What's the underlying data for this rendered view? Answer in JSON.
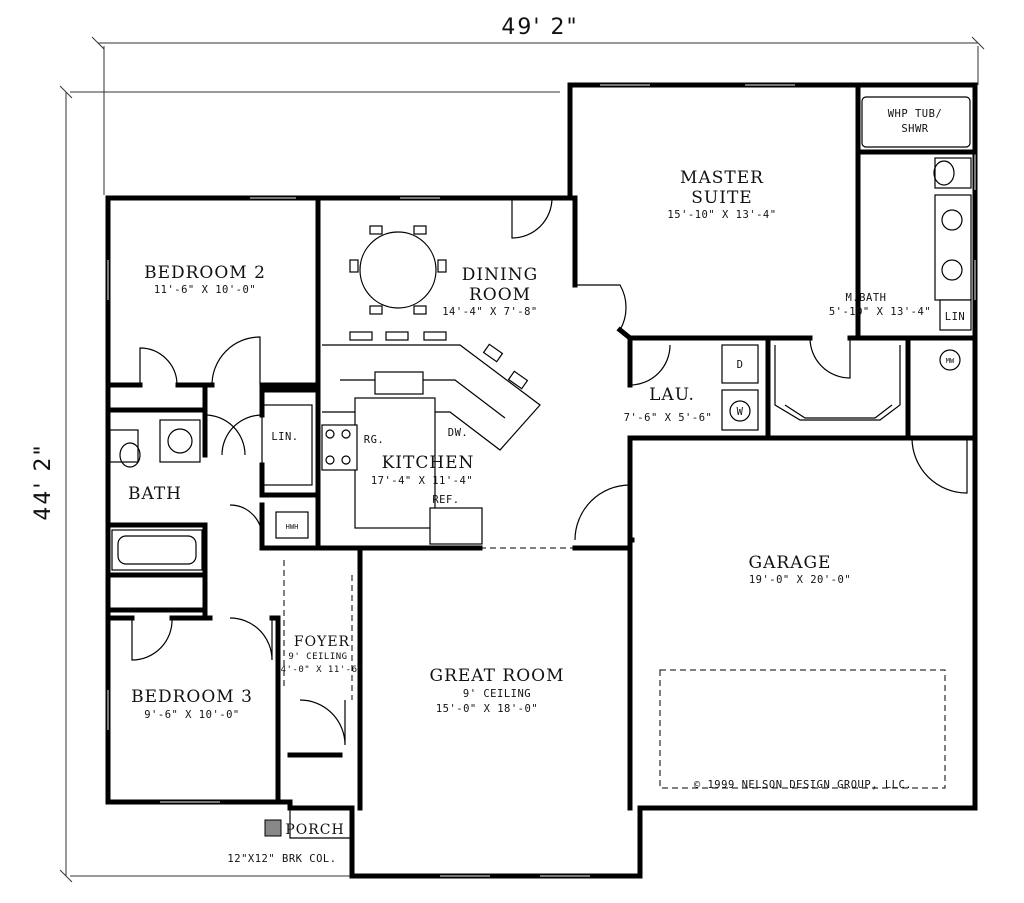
{
  "dimensions": {
    "overall_width": "49' 2\"",
    "overall_depth": "44' 2\""
  },
  "rooms": {
    "master_suite": {
      "name_line1": "MASTER",
      "name_line2": "SUITE",
      "size": "15'-10\" X 13'-4\""
    },
    "whp_tub": {
      "line1": "WHP TUB/",
      "line2": "SHWR"
    },
    "m_bath": {
      "name": "M.BATH",
      "size": "5'-10\" X 13'-4\""
    },
    "lin_master": "LIN",
    "bedroom2": {
      "name": "BEDROOM 2",
      "size": "11'-6\" X 10'-0\""
    },
    "dining": {
      "name_line1": "DINING",
      "name_line2": "ROOM",
      "size": "14'-4\" X 7'-8\""
    },
    "lau": {
      "name": "LAU.",
      "size": "7'-6\" X 5'-6\"",
      "dryer": "D",
      "washer": "W"
    },
    "kitchen": {
      "name": "KITCHEN",
      "size": "17'-4\" X 11'-4\"",
      "rg": "RG.",
      "dw": "DW.",
      "ref": "REF."
    },
    "lin_hall": "LIN.",
    "hwh": "HWH",
    "bath": {
      "name": "BATH"
    },
    "garage": {
      "name": "GARAGE",
      "size": "19'-0\" X 20'-0\""
    },
    "foyer": {
      "name": "FOYER",
      "ceiling": "9' CEILING",
      "size": "4'-0\" X 11'-6\""
    },
    "bedroom3": {
      "name": "BEDROOM 3",
      "size": "9'-6\" X 10'-0\""
    },
    "great_room": {
      "name": "GREAT ROOM",
      "ceiling": "9' CEILING",
      "size": "15'-0\" X 18'-0\""
    },
    "porch": {
      "name": "PORCH",
      "note": "12\"X12\" BRK COL."
    },
    "mw": "MW"
  },
  "copyright": "© 1999 NELSON DESIGN GROUP, LLC."
}
